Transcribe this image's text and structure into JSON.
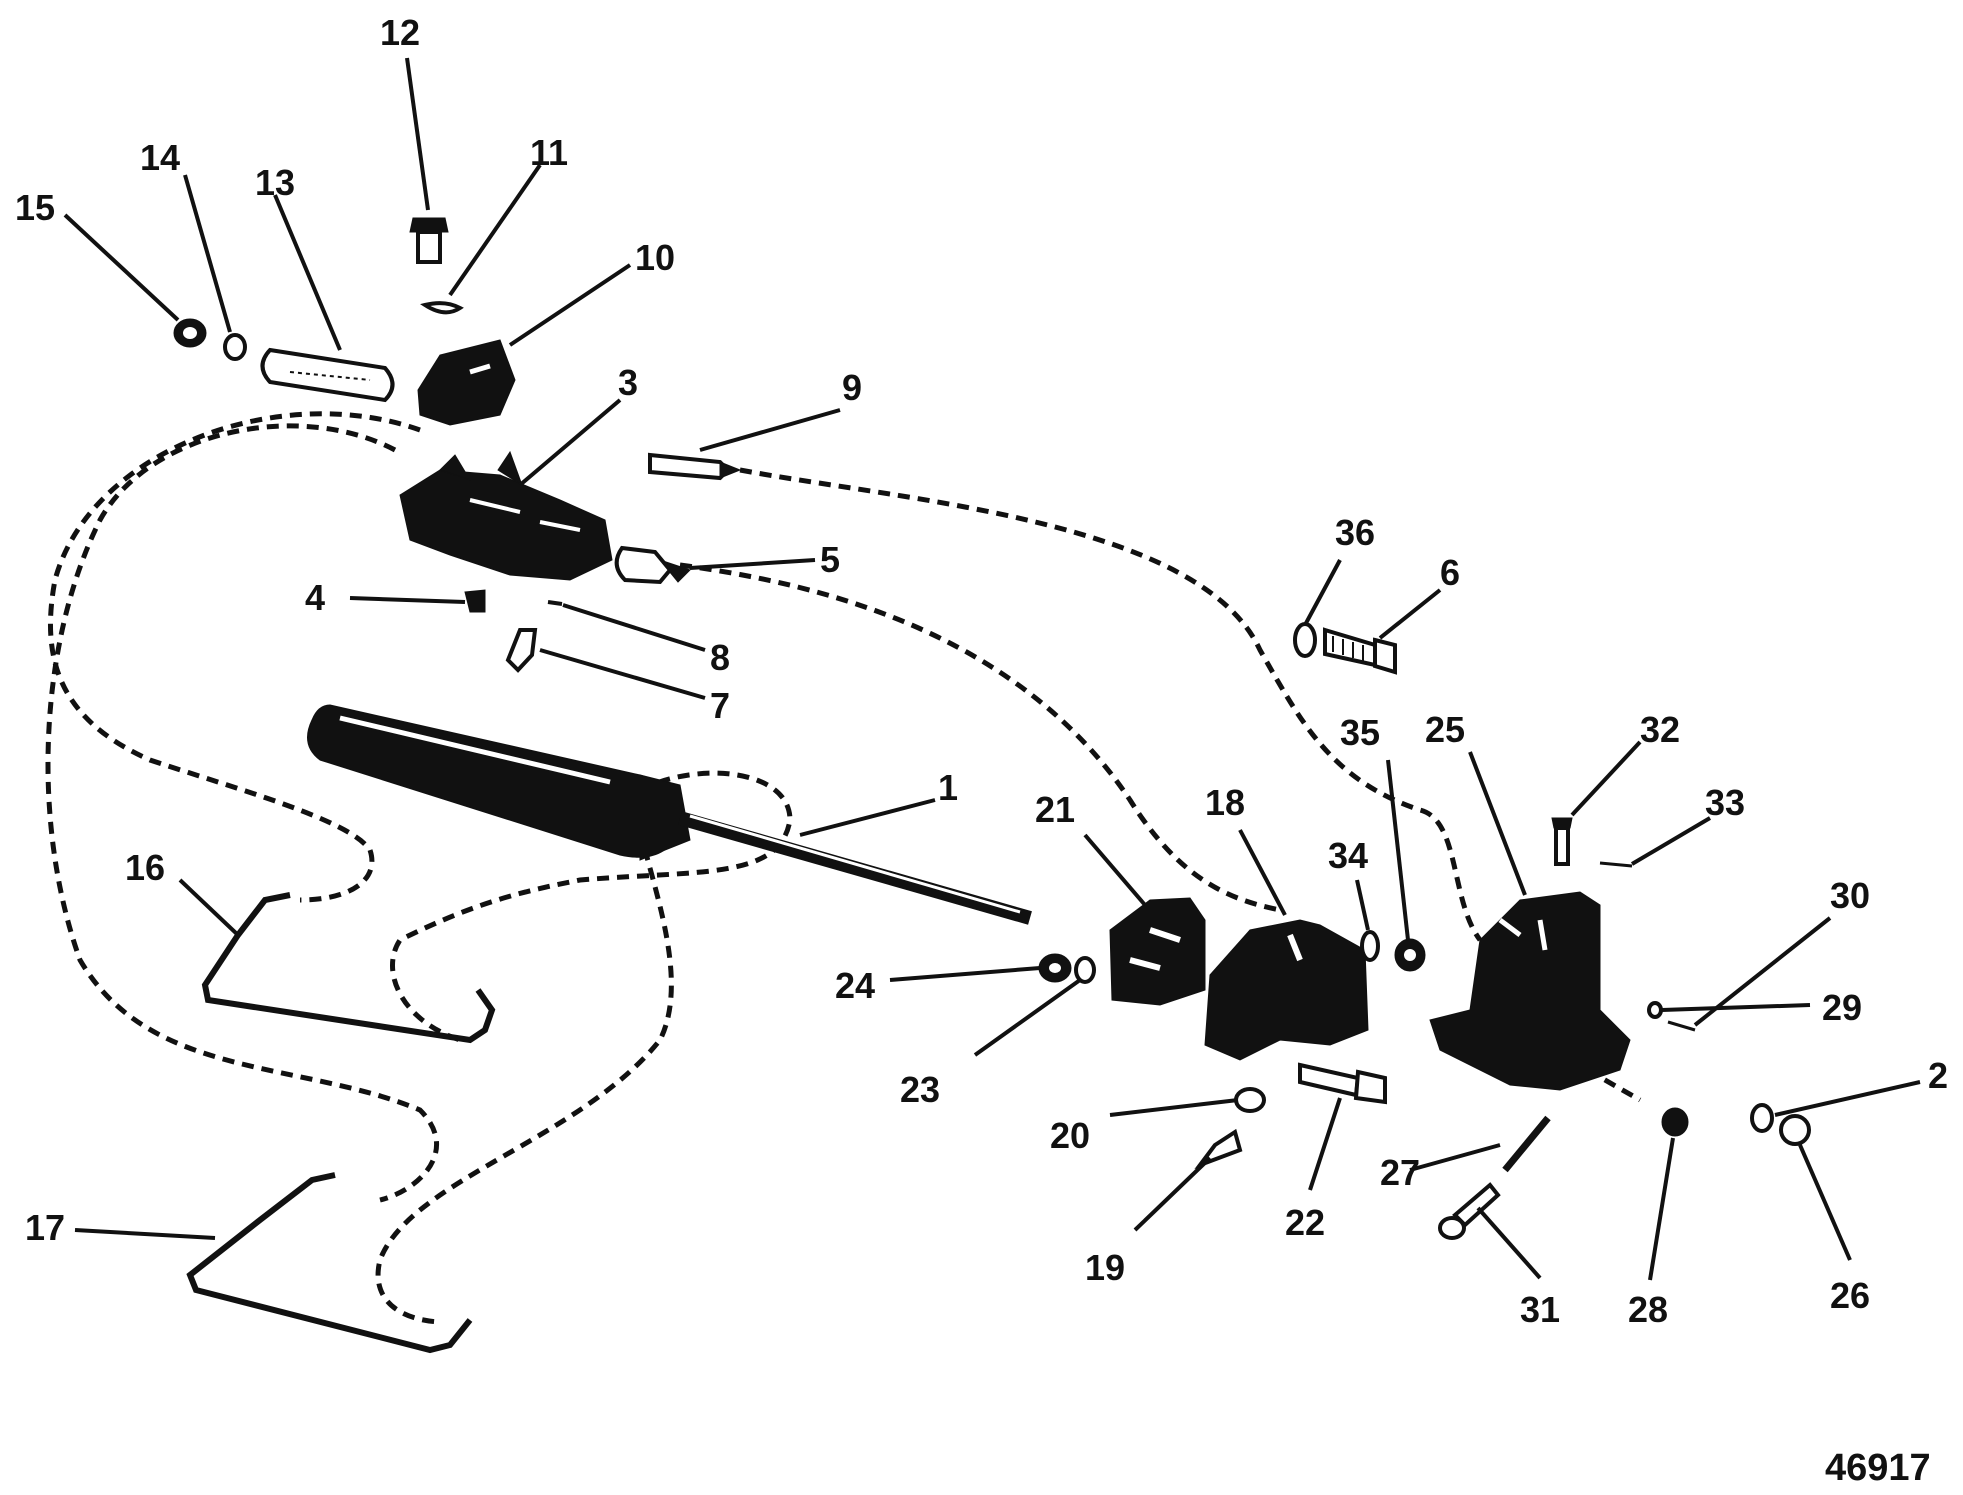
{
  "figure_number": "46917",
  "labels": [
    {
      "id": "1",
      "text": "1"
    },
    {
      "id": "2",
      "text": "2"
    },
    {
      "id": "3",
      "text": "3"
    },
    {
      "id": "4",
      "text": "4"
    },
    {
      "id": "5",
      "text": "5"
    },
    {
      "id": "6",
      "text": "6"
    },
    {
      "id": "7",
      "text": "7"
    },
    {
      "id": "8",
      "text": "8"
    },
    {
      "id": "9",
      "text": "9"
    },
    {
      "id": "10",
      "text": "10"
    },
    {
      "id": "11",
      "text": "11"
    },
    {
      "id": "12",
      "text": "12"
    },
    {
      "id": "13",
      "text": "13"
    },
    {
      "id": "14",
      "text": "14"
    },
    {
      "id": "15",
      "text": "15"
    },
    {
      "id": "16",
      "text": "16"
    },
    {
      "id": "17",
      "text": "17"
    },
    {
      "id": "18",
      "text": "18"
    },
    {
      "id": "19",
      "text": "19"
    },
    {
      "id": "20",
      "text": "20"
    },
    {
      "id": "21",
      "text": "21"
    },
    {
      "id": "22",
      "text": "22"
    },
    {
      "id": "23",
      "text": "23"
    },
    {
      "id": "24",
      "text": "24"
    },
    {
      "id": "25",
      "text": "25"
    },
    {
      "id": "26",
      "text": "26"
    },
    {
      "id": "27",
      "text": "27"
    },
    {
      "id": "28",
      "text": "28"
    },
    {
      "id": "29",
      "text": "29"
    },
    {
      "id": "30",
      "text": "30"
    },
    {
      "id": "31",
      "text": "31"
    },
    {
      "id": "32",
      "text": "32"
    },
    {
      "id": "33",
      "text": "33"
    },
    {
      "id": "34",
      "text": "34"
    },
    {
      "id": "35",
      "text": "35"
    },
    {
      "id": "36",
      "text": "36"
    }
  ],
  "colors": {
    "ink": "#111111",
    "paper": "#ffffff"
  }
}
